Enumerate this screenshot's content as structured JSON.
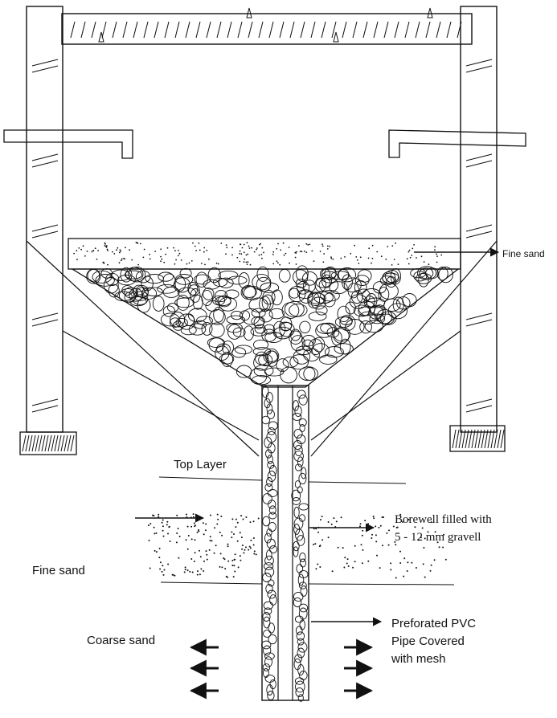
{
  "labels": {
    "fine_sand_top": "Fine sand",
    "top_layer": "Top Layer",
    "fine_sand_bottom": "Fine sand",
    "coarse_sand": "Coarse sand",
    "borewell_line1": "Borewell filled with",
    "borewell_line2": "5 - 12 mm gravell",
    "pvc_line1": "Preforated  PVC",
    "pvc_line2": "Pipe Covered",
    "pvc_line3": "with mesh"
  },
  "colors": {
    "ink": "#111111",
    "background": "#ffffff"
  }
}
